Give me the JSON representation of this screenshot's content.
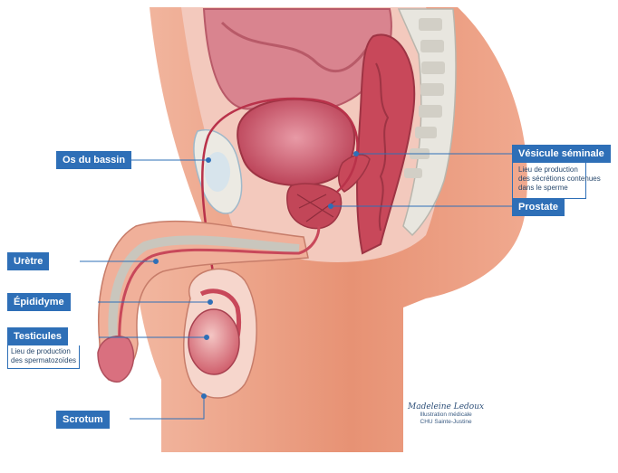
{
  "labels": {
    "os_du_bassin": "Os du bassin",
    "vesicule_seminale": "Vésicule séminale",
    "vesicule_desc": "Lieu de production\ndes sécrétions contenues\ndans le sperme",
    "prostate": "Prostate",
    "uretre": "Urètre",
    "epididyme": "Épididyme",
    "testicules": "Testicules",
    "testicules_desc": "Lieu de production\ndes spermatozoïdes",
    "scrotum": "Scrotum"
  },
  "credit": {
    "signature": "Madeleine Ledoux",
    "line1": "Illustration médicale",
    "line2": "CHU Sainte-Justine"
  },
  "colors": {
    "label_bg": "#2e6fb7",
    "leader": "#2e6fb7",
    "skin": "#e9a98c",
    "organ": "#c8485a",
    "bone": "#eceae3"
  }
}
